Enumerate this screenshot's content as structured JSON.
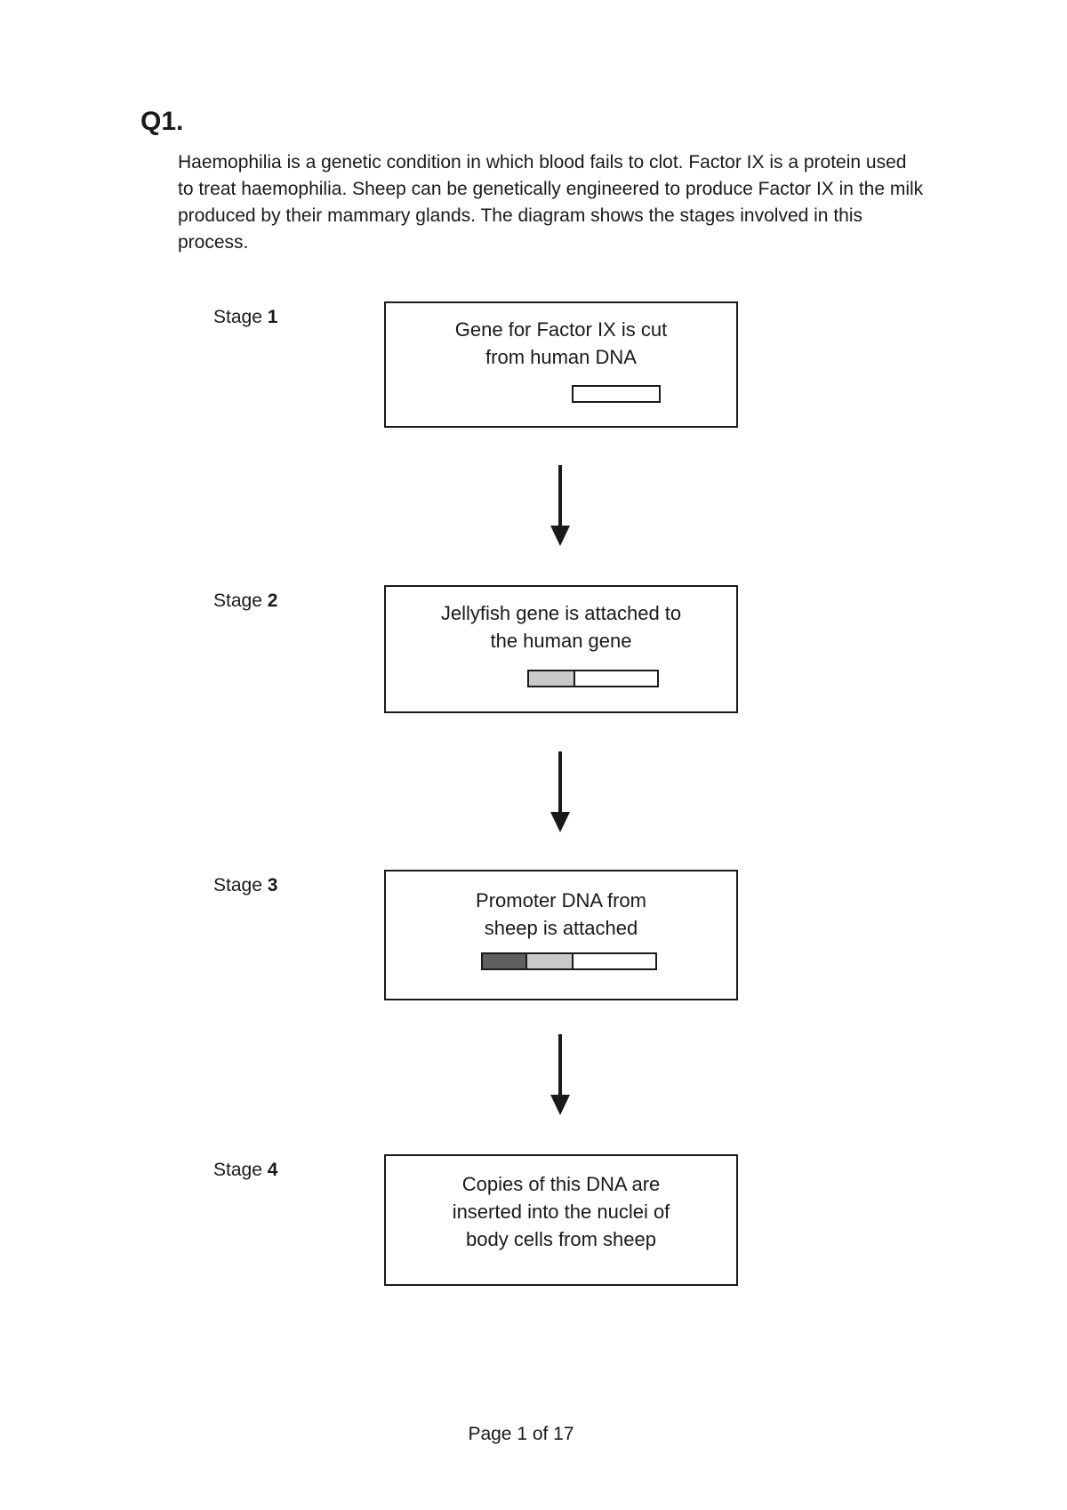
{
  "page": {
    "question_label": "Q1.",
    "intro_lines": [
      "Haemophilia is a genetic condition in which blood fails to clot. Factor IX is a protein used",
      "to treat haemophilia. Sheep can be genetically engineered to produce Factor IX in the milk",
      "produced by their mammary glands. The diagram shows the stages involved in this",
      "process."
    ],
    "footer": "Page 1 of 17"
  },
  "stages": [
    {
      "label_prefix": "Stage ",
      "number": "1",
      "box_lines": [
        "Gene for Factor IX is cut",
        "from human DNA"
      ]
    },
    {
      "label_prefix": "Stage ",
      "number": "2",
      "box_lines": [
        "Jellyfish gene is attached to",
        "the human gene"
      ]
    },
    {
      "label_prefix": "Stage ",
      "number": "3",
      "box_lines": [
        "Promoter DNA from",
        "sheep is attached"
      ]
    },
    {
      "label_prefix": "Stage ",
      "number": "4",
      "box_lines": [
        "Copies of this DNA are",
        "inserted into the nuclei of",
        "body cells from sheep"
      ]
    }
  ],
  "colors": {
    "text": "#1a1a1a",
    "box_border": "#1a1a1a",
    "human_gene_segment": "#ffffff",
    "jellyfish_gene_segment": "#c9c9c9",
    "promoter_dna_segment": "#606060"
  }
}
